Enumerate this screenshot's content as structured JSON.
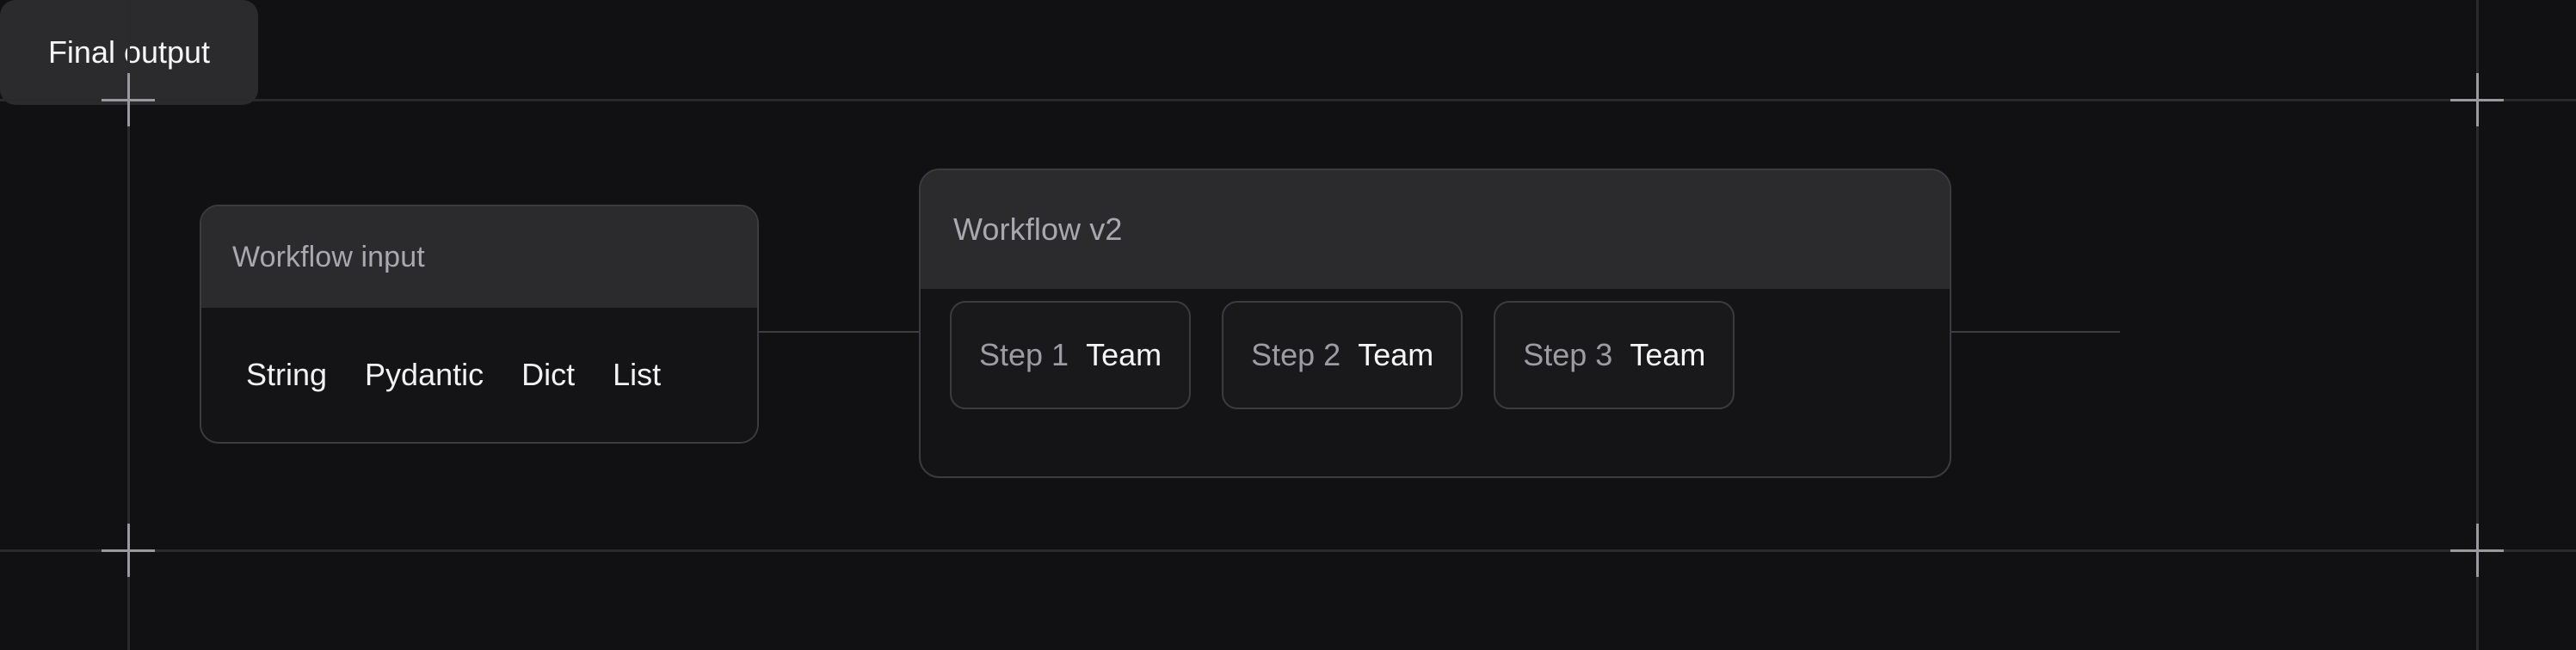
{
  "canvas": {
    "background_color": "#111113",
    "grid_line_color": "#2a2a2d",
    "crosshair_color": "#9a9a9e",
    "edge_color": "#3e3e42"
  },
  "nodes": {
    "workflow_input": {
      "title": "Workflow input",
      "types": [
        {
          "label": "String"
        },
        {
          "label": "Pydantic"
        },
        {
          "label": "Dict"
        },
        {
          "label": "List"
        }
      ]
    },
    "workflow_v2": {
      "title": "Workflow v2",
      "steps": [
        {
          "label": "Step 1",
          "value": "Team"
        },
        {
          "label": "Step 2",
          "value": "Team"
        },
        {
          "label": "Step 3",
          "value": "Team"
        }
      ]
    },
    "final_output": {
      "title": "Final output"
    }
  }
}
